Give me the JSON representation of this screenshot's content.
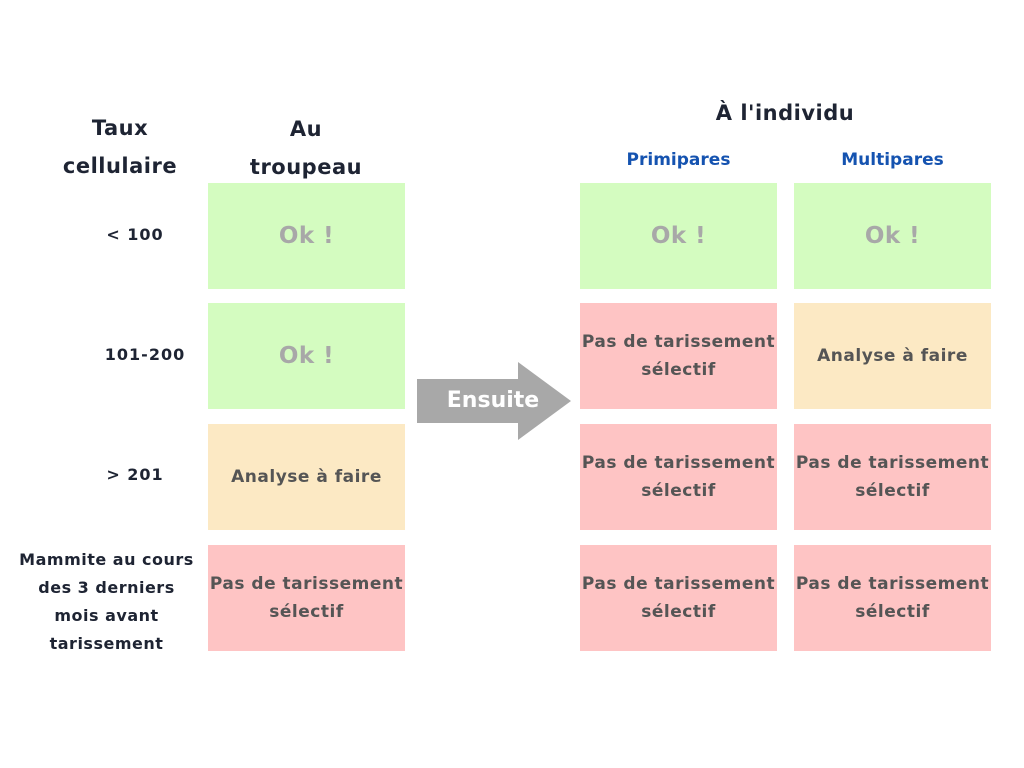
{
  "colors": {
    "ok": "#d4fcc0",
    "analyse": "#fce9c4",
    "pas": "#fec4c4",
    "arrow": "#a8a8a8",
    "subheader": "#1553b0",
    "text_dark": "#1e2433"
  },
  "headers": {
    "taux_line1": "Taux",
    "taux_line2": "cellulaire",
    "troupeau_line1": "Au",
    "troupeau_line2": "troupeau",
    "individu": "À l'individu",
    "primipares": "Primipares",
    "multipares": "Multipares"
  },
  "arrow": {
    "label": "Ensuite",
    "icon": "arrow-right-icon"
  },
  "rows": [
    {
      "label_lines": [
        "< 100"
      ],
      "troupeau": {
        "lines": [
          "Ok !"
        ],
        "status": "ok"
      },
      "primipares": {
        "lines": [
          "Ok !"
        ],
        "status": "ok"
      },
      "multipares": {
        "lines": [
          "Ok !"
        ],
        "status": "ok"
      }
    },
    {
      "label_lines": [
        "101-200"
      ],
      "troupeau": {
        "lines": [
          "Ok !"
        ],
        "status": "ok"
      },
      "primipares": {
        "lines": [
          "Pas de tarissement",
          "sélectif"
        ],
        "status": "pas"
      },
      "multipares": {
        "lines": [
          "Analyse à faire"
        ],
        "status": "analyse"
      }
    },
    {
      "label_lines": [
        "> 201"
      ],
      "troupeau": {
        "lines": [
          "Analyse à faire"
        ],
        "status": "analyse"
      },
      "primipares": {
        "lines": [
          "Pas de tarissement",
          "sélectif"
        ],
        "status": "pas"
      },
      "multipares": {
        "lines": [
          "Pas de tarissement",
          "sélectif"
        ],
        "status": "pas"
      }
    },
    {
      "label_lines": [
        "Mammite au cours",
        "des 3 derniers",
        "mois avant",
        "tarissement"
      ],
      "troupeau": {
        "lines": [
          "Pas de tarissement",
          "sélectif"
        ],
        "status": "pas"
      },
      "primipares": {
        "lines": [
          "Pas de tarissement",
          "sélectif"
        ],
        "status": "pas"
      },
      "multipares": {
        "lines": [
          "Pas de tarissement",
          "sélectif"
        ],
        "status": "pas"
      }
    }
  ]
}
